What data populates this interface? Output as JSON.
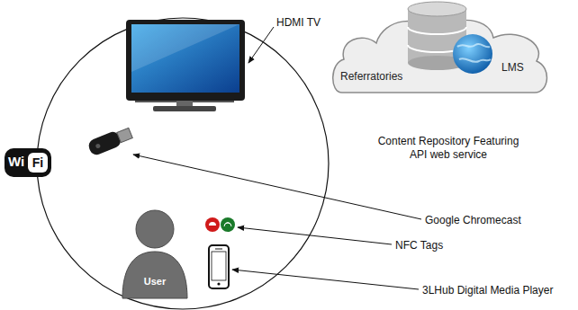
{
  "diagram": {
    "nodes": [
      {
        "text": [
          "Referratories",
          "LMS",
          "Content Repository Featuring API web service"
        ]
      }
    ],
    "labels": [
      "Wi",
      "Fi",
      "User",
      "HDMI TV",
      "Google Chromecast",
      "NFC Tags",
      "3LHub Digital Media Player"
    ]
  }
}
